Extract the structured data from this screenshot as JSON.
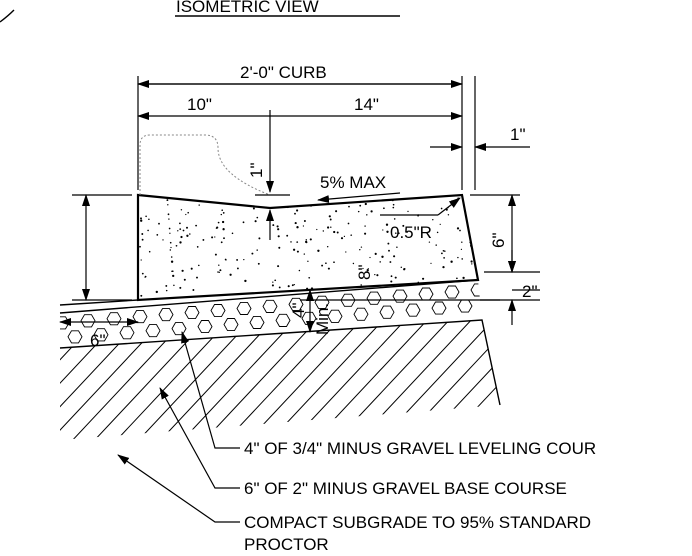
{
  "view_title": "ISOMETRIC VIEW",
  "dimensions": {
    "curb_width": "2'-0\" CURB",
    "left_width": "10\"",
    "right_width": "14\"",
    "top_offset": "1\"",
    "vertical_drop": "1\"",
    "slope": "5% MAX",
    "radius": "0.5\"R",
    "right_height": "6\"",
    "right_lower": "2\"",
    "thickness": "8\"",
    "leveling_depth": "4\"",
    "min_label": "Min.",
    "base_depth": "6\""
  },
  "callouts": [
    "4\" OF 3/4\" MINUS GRAVEL LEVELING COUR",
    "6\" OF 2\" MINUS GRAVEL BASE COURSE",
    "COMPACT SUBGRADE TO 95% STANDARD",
    "PROCTOR"
  ]
}
